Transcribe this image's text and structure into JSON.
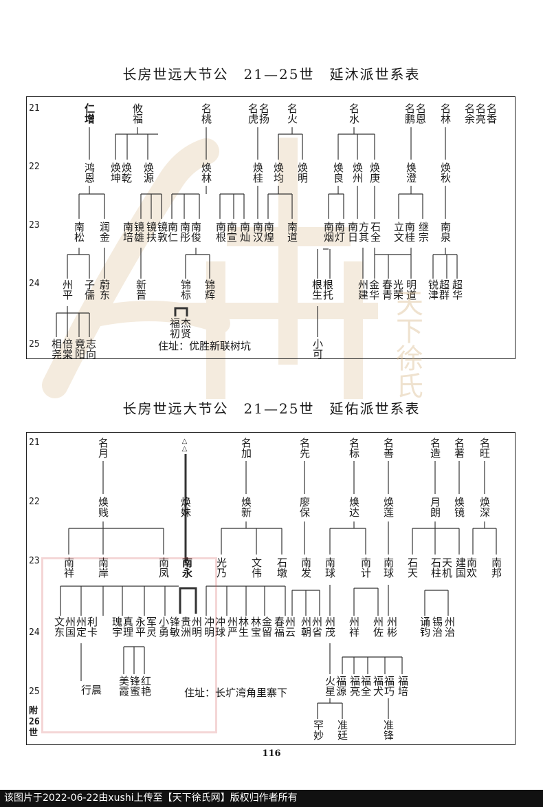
{
  "top_table": {
    "title": "长房世远大节公　21—25世　延沐派世系表",
    "generations": [
      "21",
      "22",
      "23",
      "24",
      "25"
    ],
    "address": "住址：优胜新联树坑"
  },
  "bottom_table": {
    "title": "长房世远大节公　21—25世　延佑派世系表",
    "generations": [
      "21",
      "22",
      "23",
      "24",
      "25"
    ],
    "appendix_generation": "附26世",
    "address": "住址：长圹湾角里寨下"
  },
  "page_number": "116",
  "footer_notice": "该图片于2022-06-22由xushi上传至【天下徐氏网】版权归作者所有",
  "watermark_text": "天下徐氏",
  "colors": {
    "watermark": "#d9b98a",
    "stamp": "#c44444",
    "footer_bg": "#111111"
  }
}
